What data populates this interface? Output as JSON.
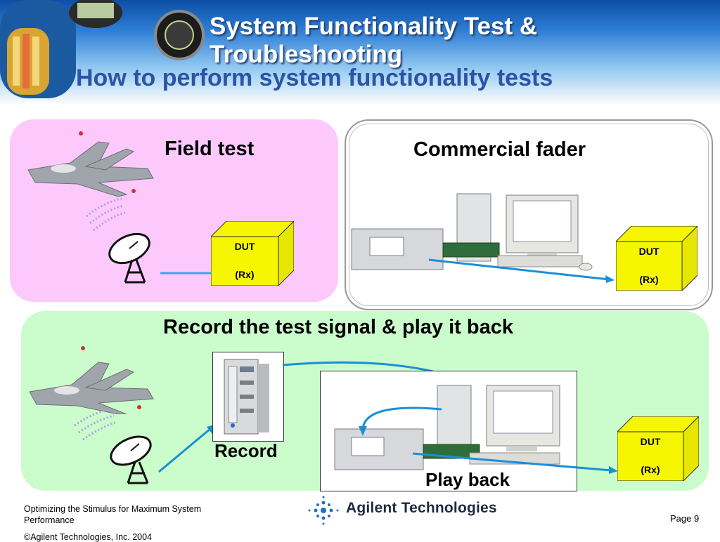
{
  "slide": {
    "title": "System Functionality Test & Troubleshooting",
    "subtitle": "How to perform system functionality tests"
  },
  "panels": {
    "field_test": {
      "title": "Field test",
      "dut_label": "DUT",
      "dut_sub": "(Rx)"
    },
    "commercial_fader": {
      "title": "Commercial fader",
      "dut_label": "DUT",
      "dut_sub": "(Rx)"
    },
    "record_playback": {
      "title": "Record the test signal & play it back",
      "record_label": "Record",
      "playback_label": "Play back",
      "dut_label": "DUT",
      "dut_sub": "(Rx)"
    }
  },
  "footer": {
    "text": "Optimizing the Stimulus for Maximum System Performance",
    "copyright": "©Agilent Technologies, Inc. 2004",
    "brand": "Agilent Technologies",
    "page": "Page 9"
  },
  "colors": {
    "title_blue": "#2a55a6",
    "field_panel": "#fdc9fd",
    "record_panel": "#cbfccb",
    "dut_yellow": "#f6f600",
    "arrow_blue": "#1a8fd6"
  }
}
